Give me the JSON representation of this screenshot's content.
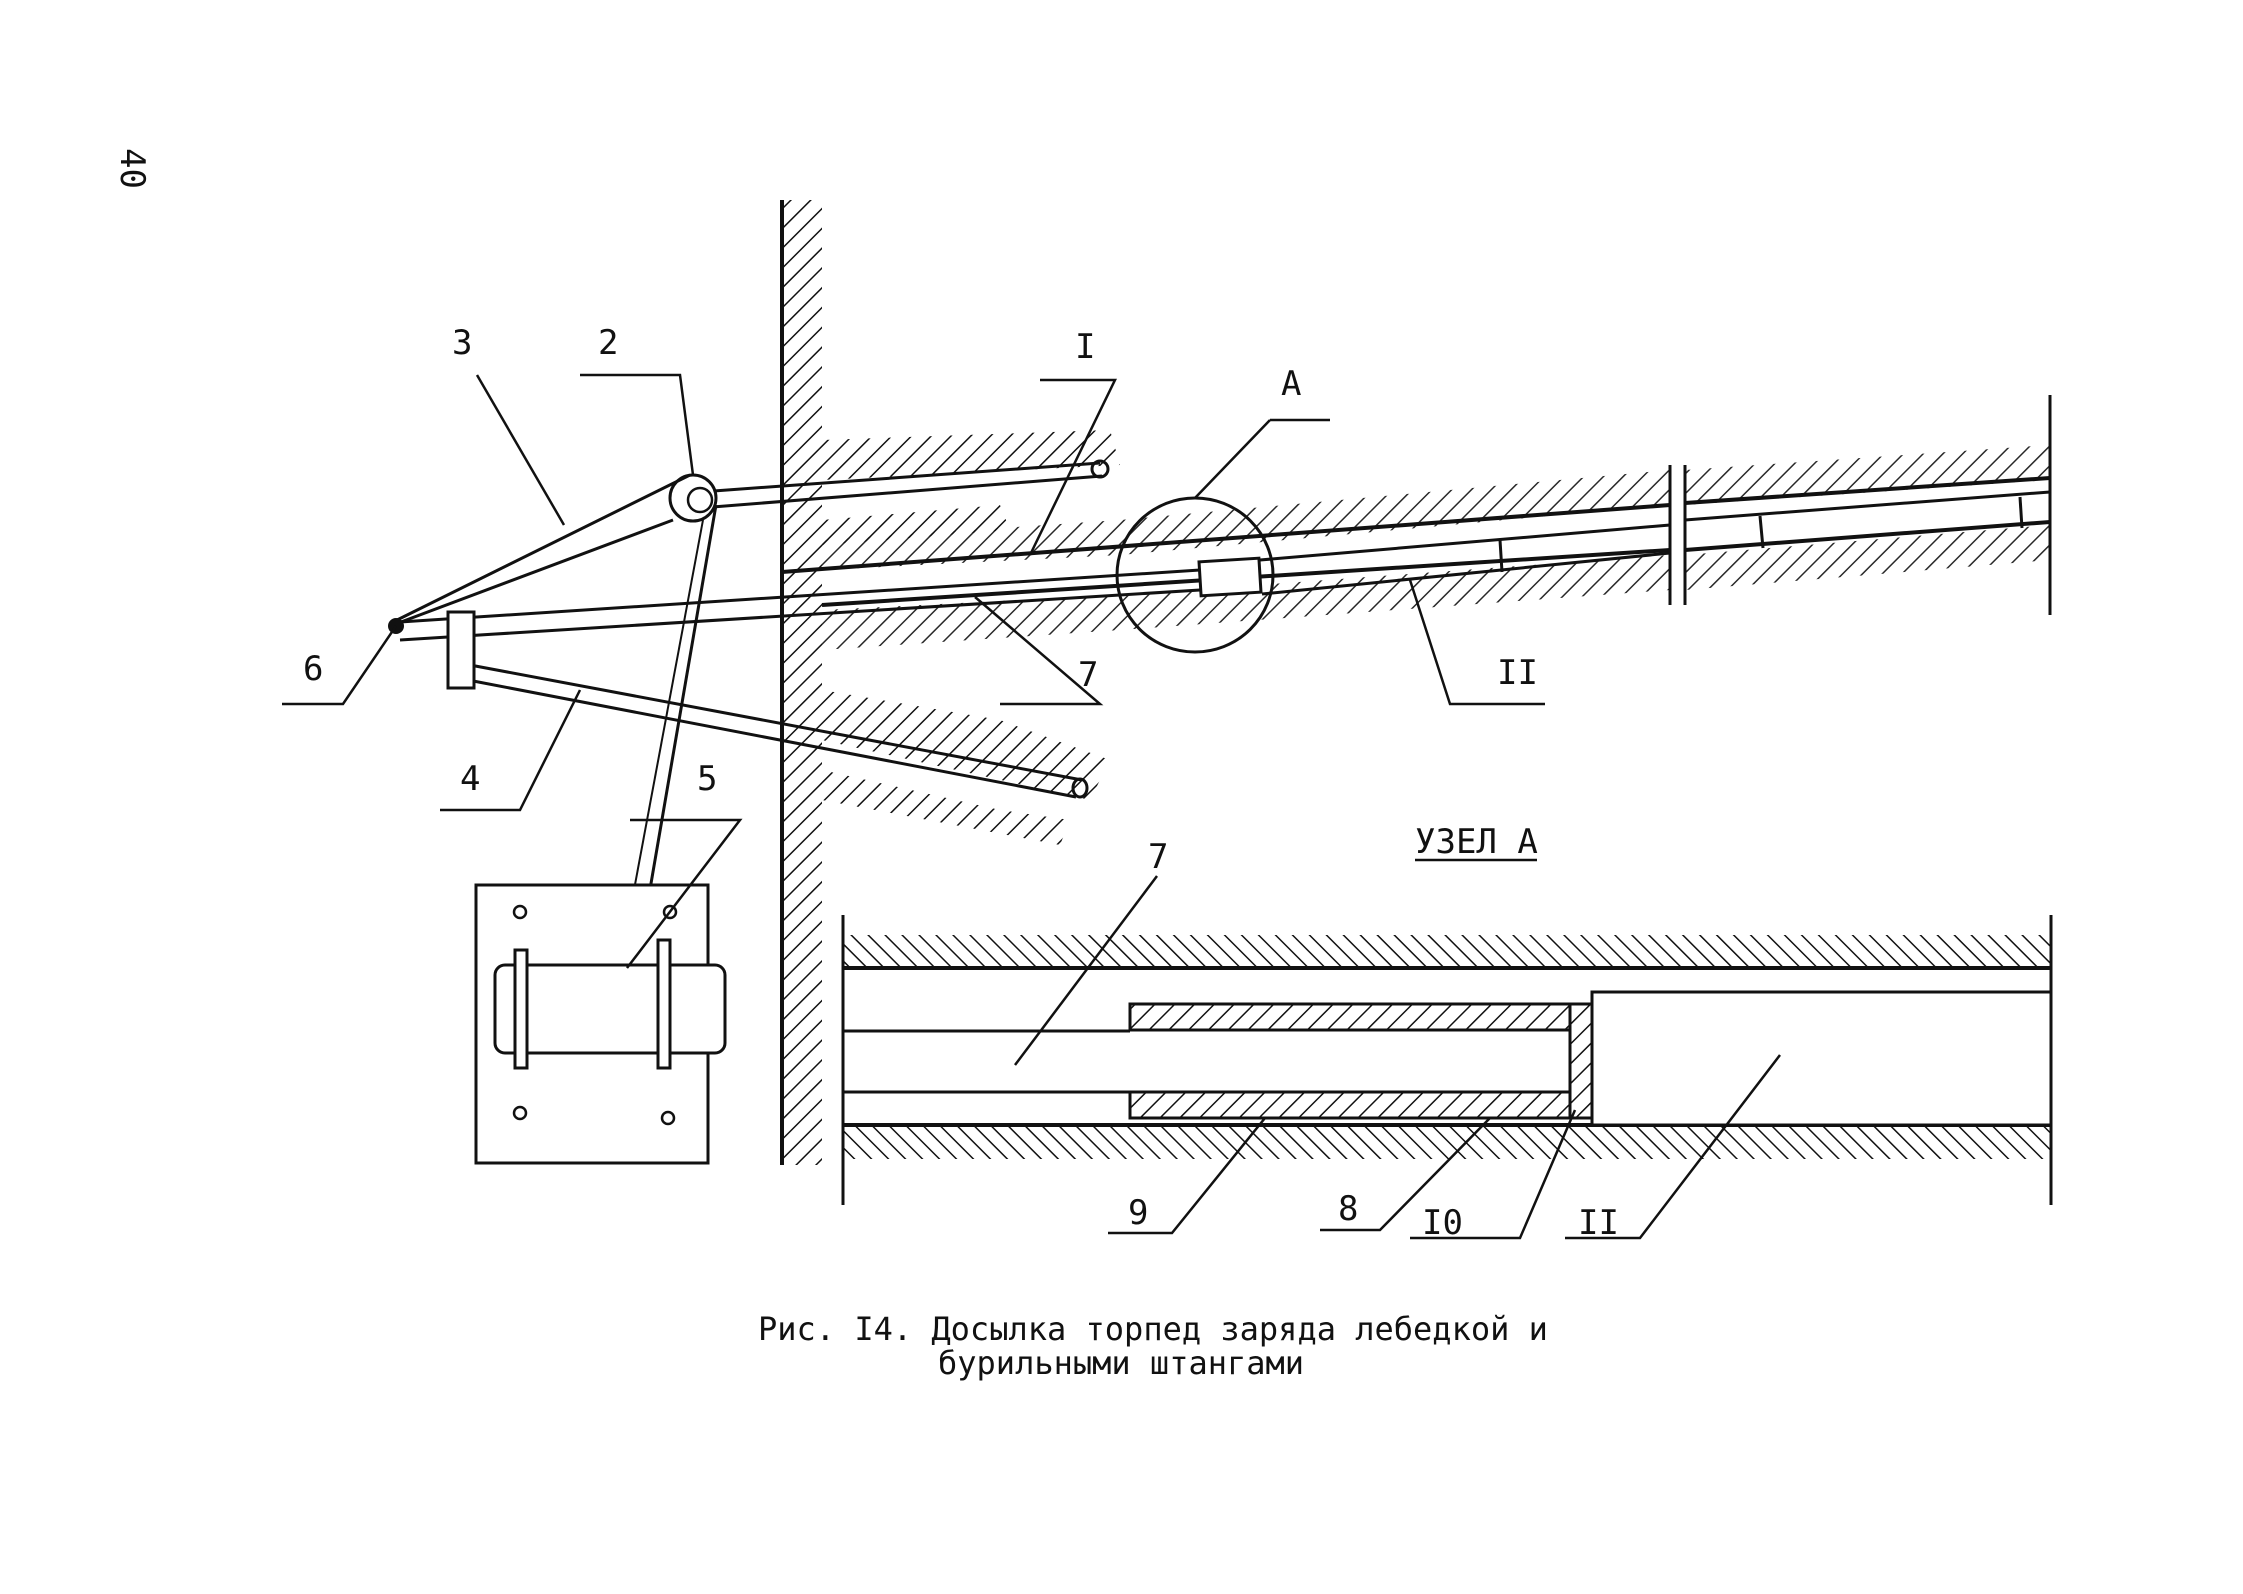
{
  "page_number": "40",
  "labels": {
    "l1": "I",
    "l2": "2",
    "l3": "3",
    "l4": "4",
    "l5": "5",
    "l6": "6",
    "l7": "7",
    "l11": "II",
    "lA": "A"
  },
  "detail": {
    "title": "УЗЕЛ А",
    "l7": "7",
    "l8": "8",
    "l9": "9",
    "l10": "I0",
    "l11": "II"
  },
  "caption": {
    "line1": "Рис. I4. Досылка торпед заряда лебедкой и",
    "line2": "бурильными штангами"
  }
}
